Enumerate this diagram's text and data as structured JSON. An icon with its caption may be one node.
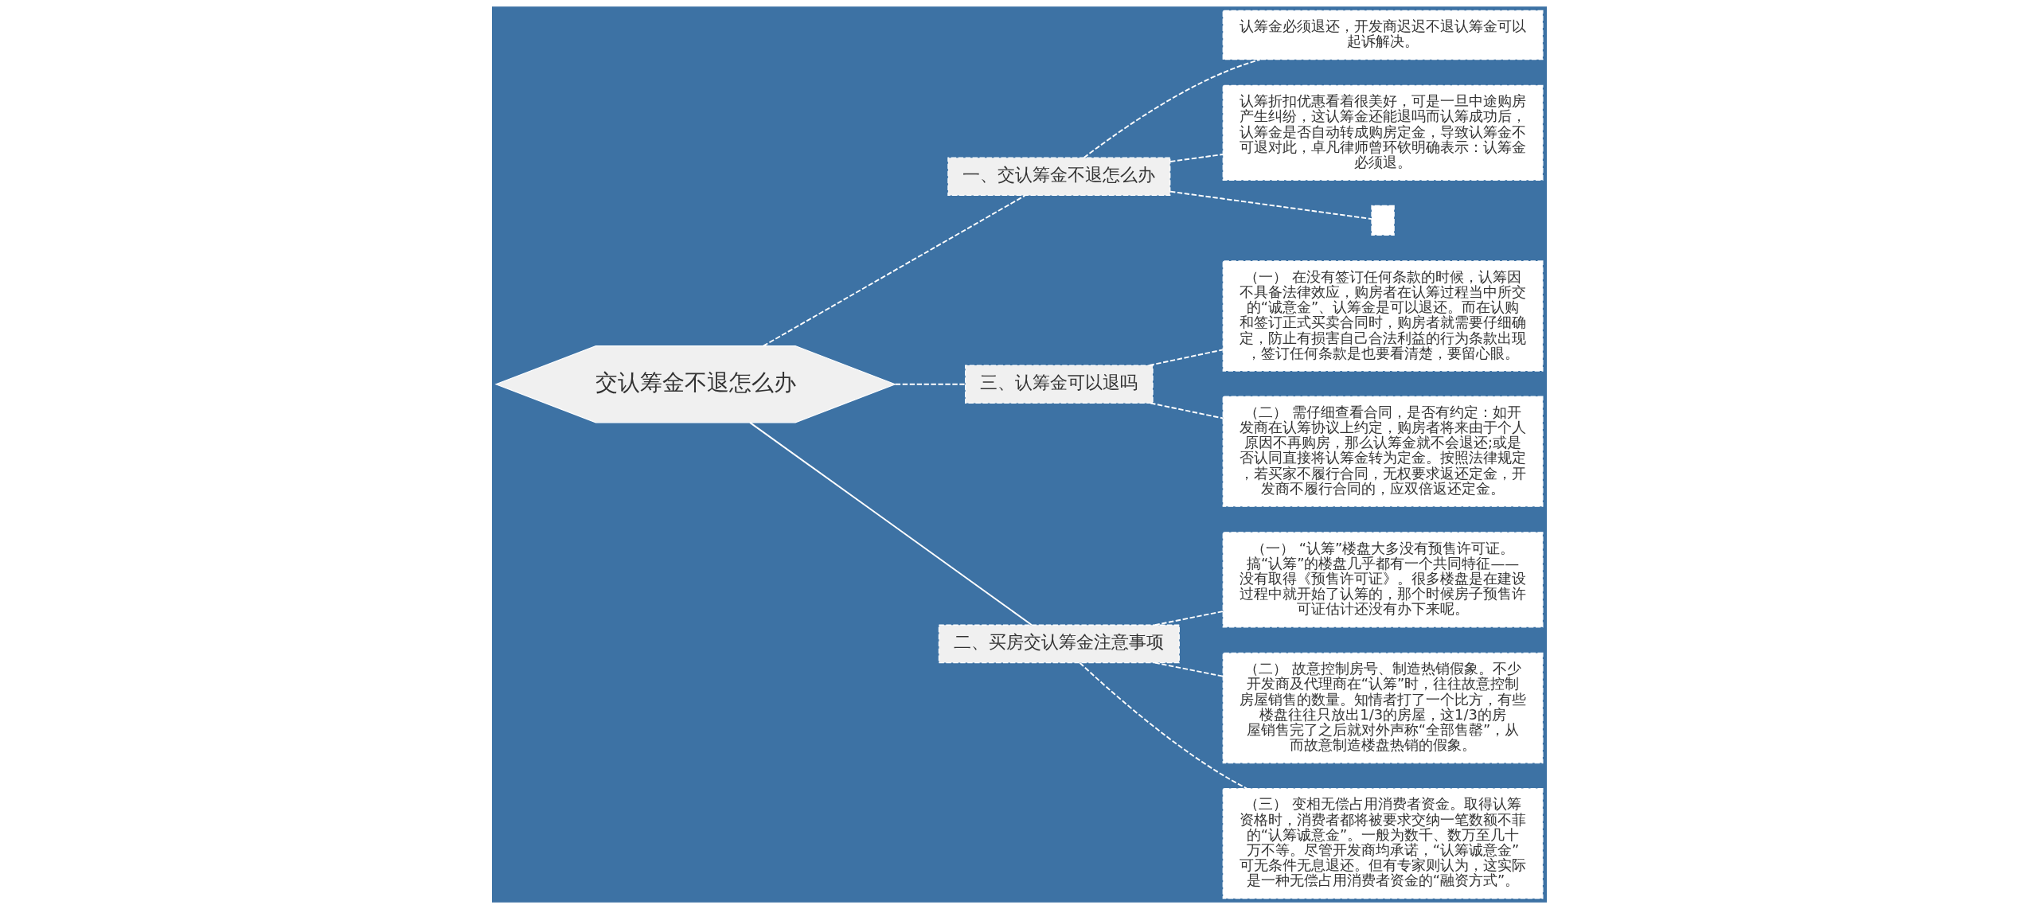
{
  "diagram": {
    "nodes": [
      {
        "text": [
          "交认筹金不退怎么办"
        ]
      },
      {
        "text": [
          "一、交认筹金不退怎么办"
        ]
      },
      {
        "text": [
          "认筹金必须退还，开发商迟迟不退认筹金可以起诉解决。"
        ]
      },
      {
        "text": [
          "认筹折扣优惠看着很美好，可是一旦中途购房产生纠纷，这认筹金还能退吗而认筹成功后，认筹金是否自动转成购房定金，导致认筹金不可退对此，卓凡律师曾环钦明确表示：认筹金必须退。"
        ]
      },
      {
        "text": [],
        "shape": "box"
      },
      {
        "text": [
          "三、认筹金可以退吗"
        ]
      },
      {
        "text": [
          "（一） 在没有签订任何条款的时候，认筹因不具备法律效应，购房者在认筹过程当中所交的“诚意金”、认筹金是可以退还。而在认购和签订正式买卖合同时，购房者就需要仔细确定，防止有损害自己合法利益的行为条款出现，签订任何条款是也要看清楚，要留心眼。"
        ]
      },
      {
        "text": [
          "（二） 需仔细查看合同，是否有约定：如开发商在认筹协议上约定，购房者将来由于个人原因不再购房，那么认筹金就不会退还;或是否认同直接将认筹金转为定金。按照法律规定，若买家不履行合同，无权要求返还定金，开发商不履行合同的，应双倍返还定金。"
        ]
      },
      {
        "text": [
          "二、买房交认筹金注意事项"
        ]
      },
      {
        "text": [
          "（一） “认筹”楼盘大多没有预售许可证。搞“认筹”的楼盘几乎都有一个共同特征——没有取得《预售许可证》。很多楼盘是在建设过程中就开始了认筹的，那个时候房子预售许可证估计还没有办下来呢。"
        ]
      },
      {
        "text": [
          "（二） 故意控制房号、制造热销假象。不少开发商及代理商在“认筹”时，往往故意控制房屋销售的数量。知情者打了一个比方，有些楼盘往往只放出1/3的房屋，这1/3的房屋销售完了之后就对外声称“全部售罄”，从而故意制造楼盘热销的假象。"
        ]
      },
      {
        "text": [
          "（三） 变相无偿占用消费者资金。取得认筹资格时，消费者都将被要求交纳一笔数额不菲的“认筹诚意金”。一般为数千、数万至几十万不等。尽管开发商均承诺，“认筹诚意金”可无条件无息退还。但有专家则认为，这实际是一种无偿占用消费者资金的“融资方式”。"
        ]
      }
    ],
    "edges": [
      {
        "from": 0,
        "to": 1,
        "arrow": "none",
        "style": "dashed"
      },
      {
        "from": 1,
        "to": 2,
        "arrow": "none",
        "style": "dashed"
      },
      {
        "from": 1,
        "to": 3,
        "arrow": "none",
        "style": "dashed"
      },
      {
        "from": 1,
        "to": 4,
        "arrow": "none",
        "style": "dashed"
      },
      {
        "from": 0,
        "to": 5,
        "arrow": "none",
        "style": "dashed"
      },
      {
        "from": 5,
        "to": 6,
        "arrow": "none",
        "style": "dashed"
      },
      {
        "from": 5,
        "to": 7,
        "arrow": "none",
        "style": "dashed"
      },
      {
        "from": 0,
        "to": 8,
        "arrow": "none"
      },
      {
        "from": 8,
        "to": 9,
        "arrow": "none",
        "style": "dashed"
      },
      {
        "from": 8,
        "to": 10,
        "arrow": "none",
        "style": "dashed"
      },
      {
        "from": 8,
        "to": 11,
        "arrow": "none",
        "style": "dashed"
      }
    ]
  }
}
